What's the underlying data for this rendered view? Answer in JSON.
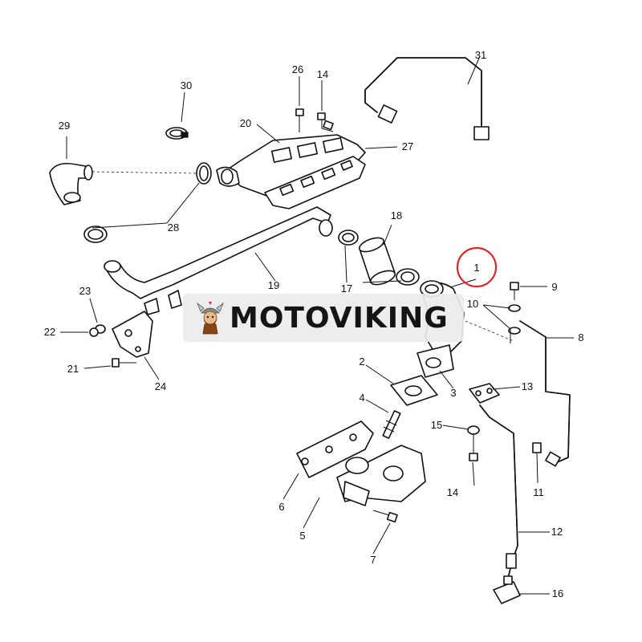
{
  "diagram": {
    "callouts": [
      {
        "id": "c1",
        "label": "1"
      },
      {
        "id": "c2",
        "label": "2"
      },
      {
        "id": "c3",
        "label": "3"
      },
      {
        "id": "c4",
        "label": "4"
      },
      {
        "id": "c5",
        "label": "5"
      },
      {
        "id": "c6",
        "label": "6"
      },
      {
        "id": "c7",
        "label": "7"
      },
      {
        "id": "c8",
        "label": "8"
      },
      {
        "id": "c9",
        "label": "9"
      },
      {
        "id": "c10",
        "label": "10"
      },
      {
        "id": "c11",
        "label": "11"
      },
      {
        "id": "c12",
        "label": "12"
      },
      {
        "id": "c13",
        "label": "13"
      },
      {
        "id": "c14a",
        "label": "14"
      },
      {
        "id": "c14b",
        "label": "14"
      },
      {
        "id": "c15",
        "label": "15"
      },
      {
        "id": "c16",
        "label": "16"
      },
      {
        "id": "c17",
        "label": "17"
      },
      {
        "id": "c18",
        "label": "18"
      },
      {
        "id": "c19",
        "label": "19"
      },
      {
        "id": "c20",
        "label": "20"
      },
      {
        "id": "c21",
        "label": "21"
      },
      {
        "id": "c22",
        "label": "22"
      },
      {
        "id": "c23",
        "label": "23"
      },
      {
        "id": "c24",
        "label": "24"
      },
      {
        "id": "c26",
        "label": "26"
      },
      {
        "id": "c27",
        "label": "27"
      },
      {
        "id": "c28",
        "label": "28"
      },
      {
        "id": "c29",
        "label": "29"
      },
      {
        "id": "c30",
        "label": "30"
      },
      {
        "id": "c31",
        "label": "31"
      }
    ],
    "highlight_color": "#d9262b",
    "line_color": "#111111"
  },
  "watermark": {
    "text": "MOTOVIKING",
    "logo_icon": "viking-mascot-icon"
  }
}
